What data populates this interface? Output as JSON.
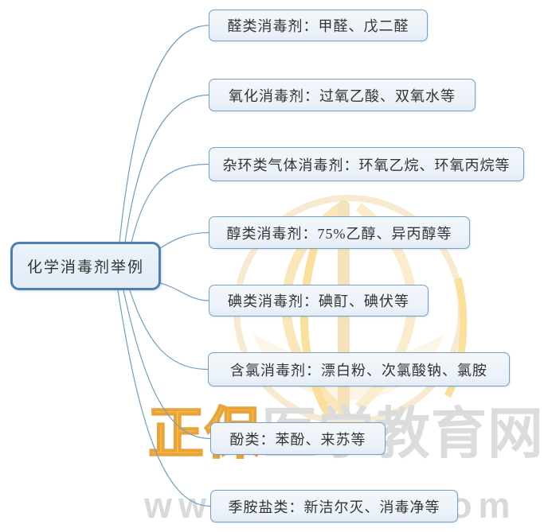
{
  "diagram": {
    "type": "mindmap",
    "root": {
      "label": "化学消毒剂举例"
    },
    "branches": [
      {
        "label": "醛类消毒剂：甲醛、戊二醛"
      },
      {
        "label": "氧化消毒剂：过氧乙酸、双氧水等"
      },
      {
        "label": "杂环类气体消毒剂：环氧乙烷、环氧丙烷等"
      },
      {
        "label": "醇类消毒剂：75%乙醇、异丙醇等"
      },
      {
        "label": "碘类消毒剂：碘酊、碘伏等"
      },
      {
        "label": "含氯消毒剂：漂白粉、次氯酸钠、氯胺"
      },
      {
        "label": "酚类：苯酚、来苏等"
      },
      {
        "label": "季胺盐类：新洁尔灭、消毒净等"
      }
    ]
  },
  "watermark": {
    "brand_primary": "正保",
    "brand_rest": "医学教育网",
    "url": "www.med66.com",
    "logo_icon": "med66-coin-logo"
  },
  "colors": {
    "branch_border": "#74a1c5",
    "branch_fill": "#eef3fa",
    "root_border": "#4c80ad",
    "root_fill": "#e6eff8",
    "connector": "#6f9fc6",
    "text": "#333333",
    "watermark_gray": "#dcdcdc",
    "watermark_gold": "#f6ca45",
    "watermark_gold_stroke": "#eaa33b",
    "logo_gold": "#f8e9c9"
  }
}
